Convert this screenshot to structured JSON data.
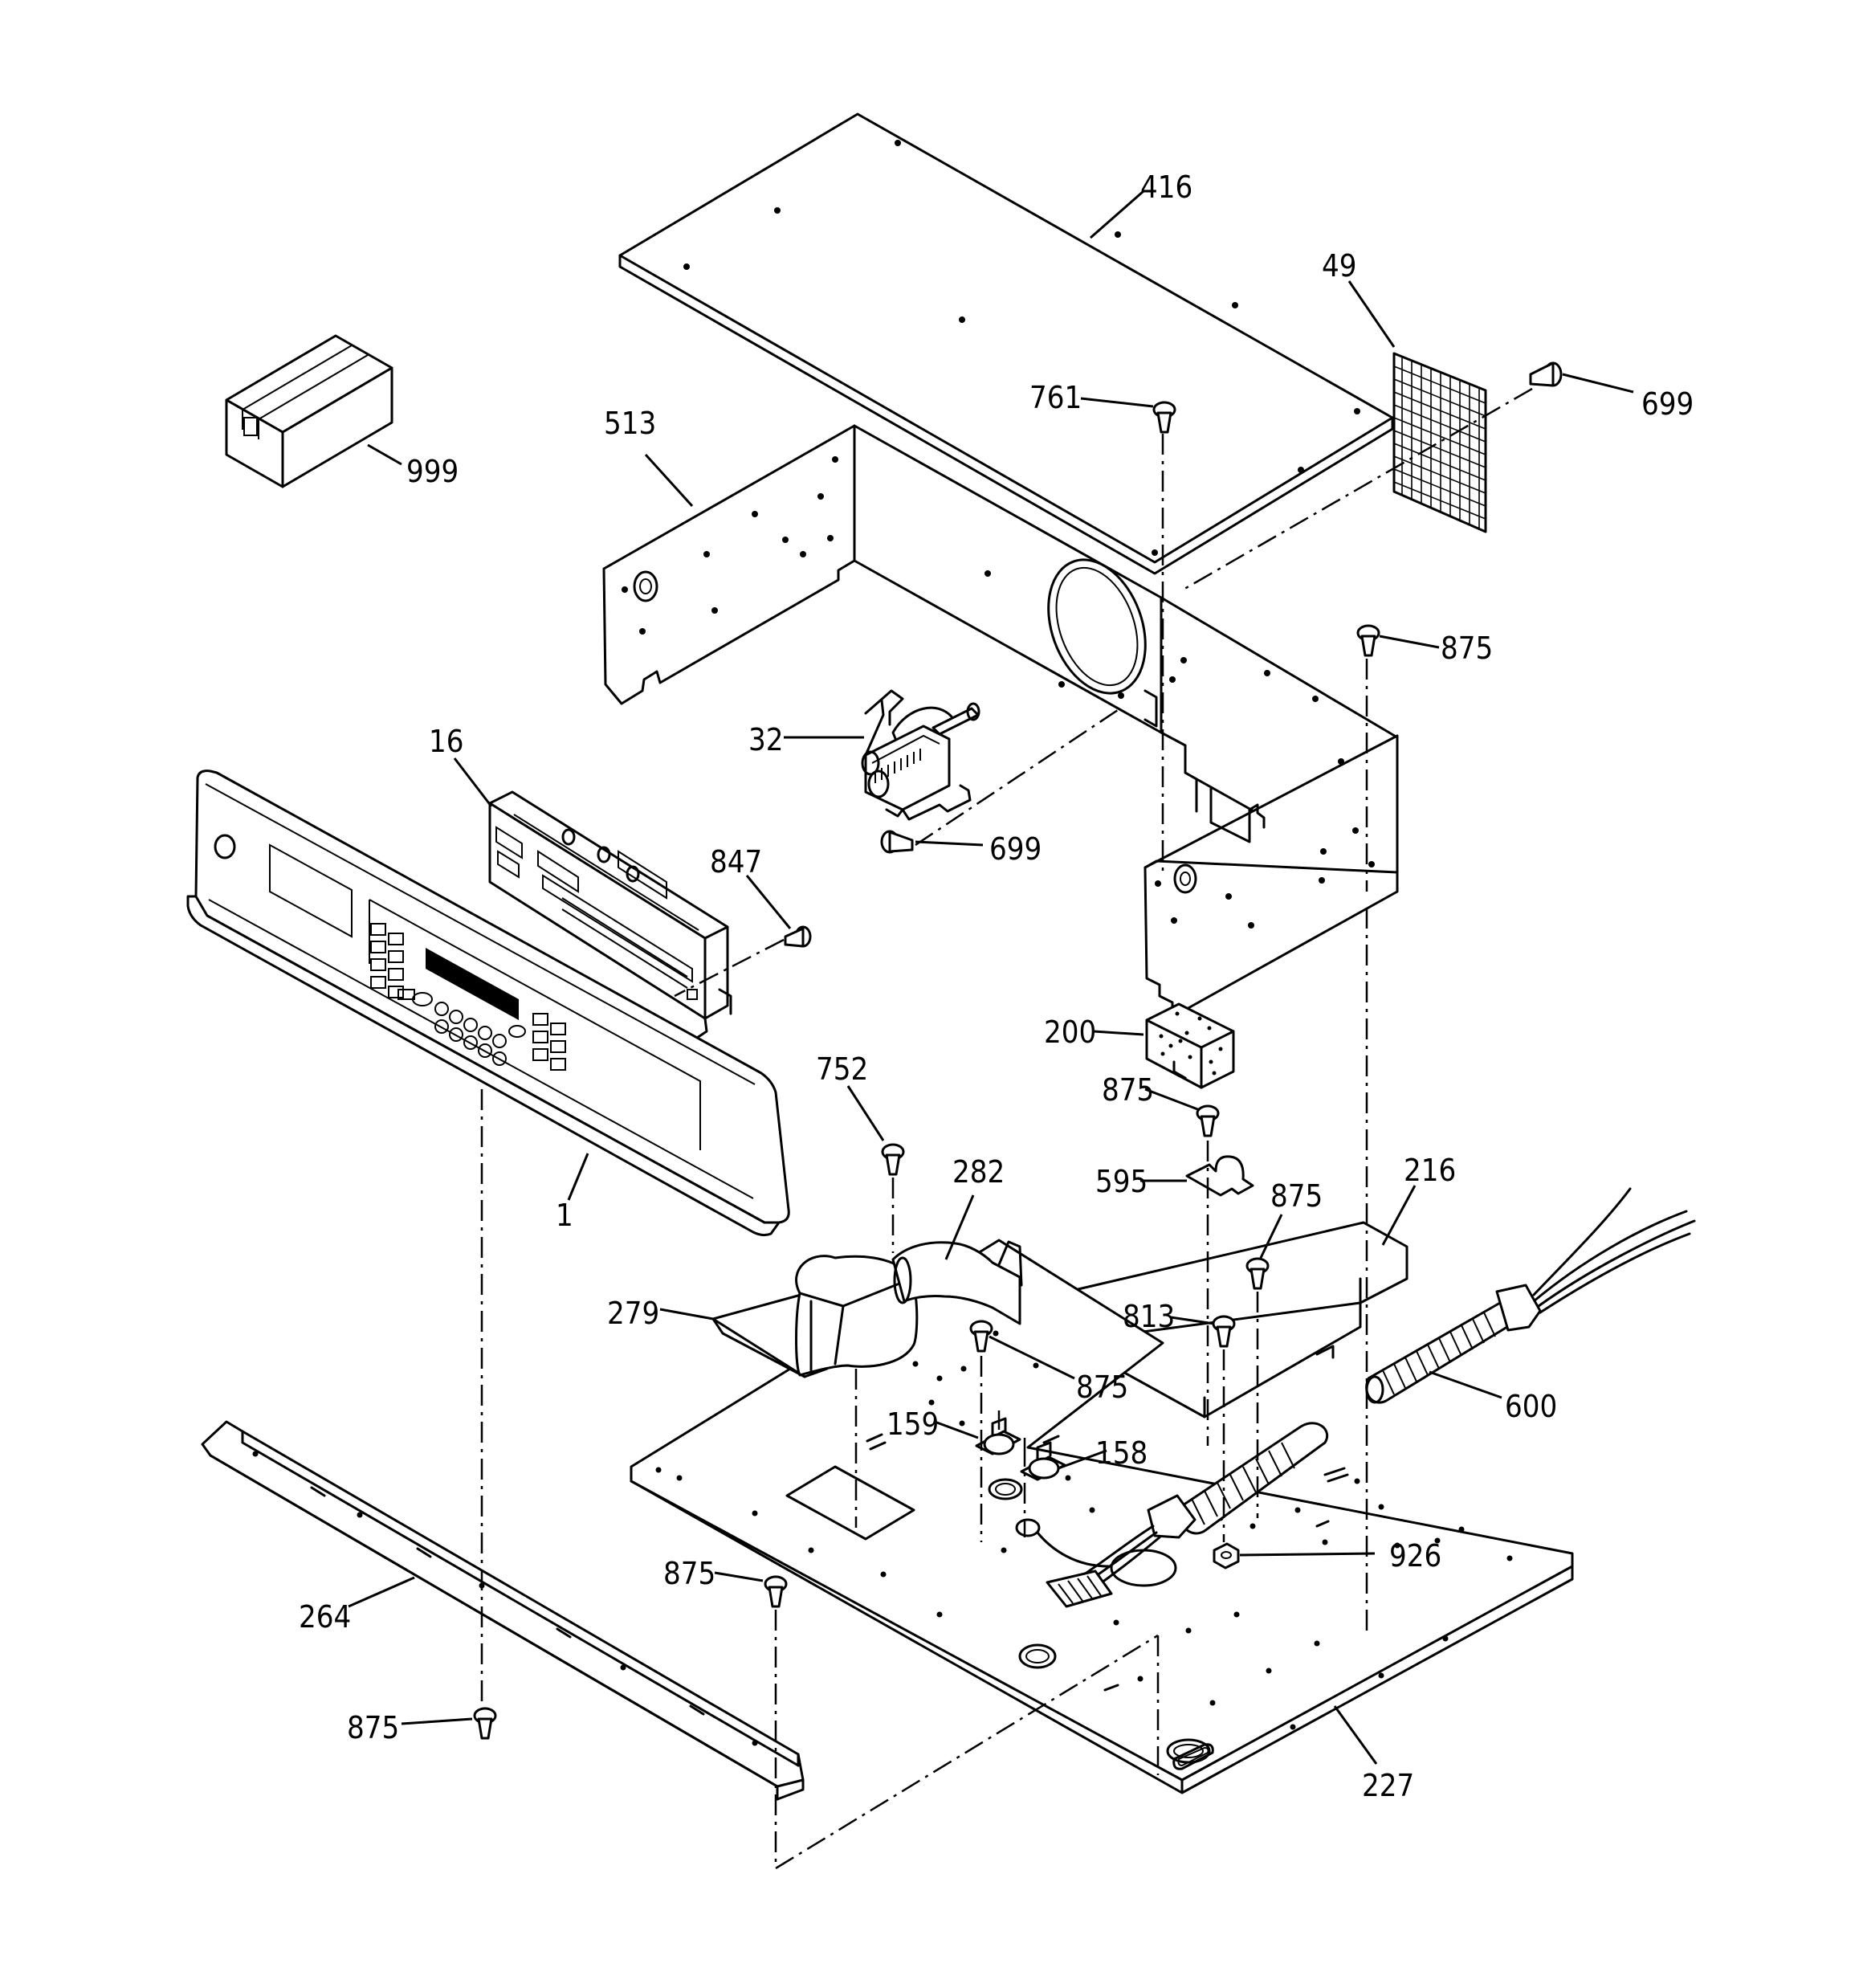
{
  "parts": [
    {
      "id": "p416",
      "label": "416"
    },
    {
      "id": "p49",
      "label": "49"
    },
    {
      "id": "p699a",
      "label": "699"
    },
    {
      "id": "p761",
      "label": "761"
    },
    {
      "id": "p513",
      "label": "513"
    },
    {
      "id": "p999",
      "label": "999"
    },
    {
      "id": "p875a",
      "label": "875"
    },
    {
      "id": "p16",
      "label": "16"
    },
    {
      "id": "p32",
      "label": "32"
    },
    {
      "id": "p699b",
      "label": "699"
    },
    {
      "id": "p847",
      "label": "847"
    },
    {
      "id": "p200",
      "label": "200"
    },
    {
      "id": "p875b",
      "label": "875"
    },
    {
      "id": "p752",
      "label": "752"
    },
    {
      "id": "p282",
      "label": "282"
    },
    {
      "id": "p595",
      "label": "595"
    },
    {
      "id": "p875c",
      "label": "875"
    },
    {
      "id": "p216",
      "label": "216"
    },
    {
      "id": "p1",
      "label": "1"
    },
    {
      "id": "p279",
      "label": "279"
    },
    {
      "id": "p813",
      "label": "813"
    },
    {
      "id": "p875d",
      "label": "875"
    },
    {
      "id": "p600",
      "label": "600"
    },
    {
      "id": "p159",
      "label": "159"
    },
    {
      "id": "p158",
      "label": "158"
    },
    {
      "id": "p926",
      "label": "926"
    },
    {
      "id": "p875e",
      "label": "875"
    },
    {
      "id": "p264",
      "label": "264"
    },
    {
      "id": "p875f",
      "label": "875"
    },
    {
      "id": "p227",
      "label": "227"
    }
  ]
}
